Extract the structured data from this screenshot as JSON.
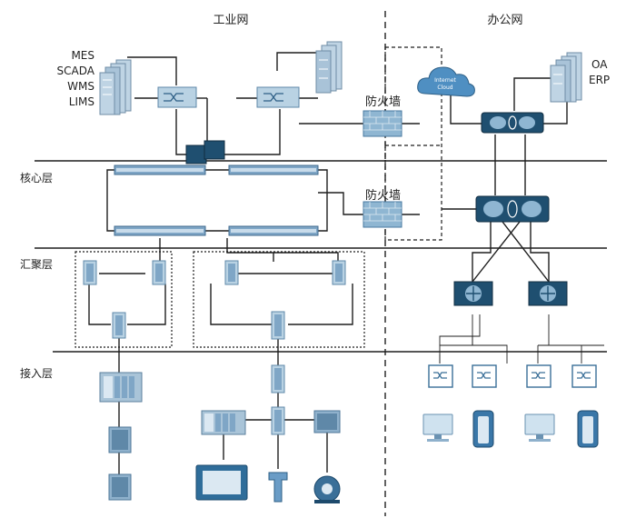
{
  "zones": {
    "industrial": "工业网",
    "office": "办公网"
  },
  "layers": {
    "core": "核心层",
    "aggregation": "汇聚层",
    "access": "接入层"
  },
  "systems": {
    "industrial_apps": [
      "MES",
      "SCADA",
      "WMS",
      "LIMS"
    ],
    "office_apps": [
      "OA",
      "ERP"
    ]
  },
  "firewalls": {
    "upper": "防火墙",
    "lower": "防火墙"
  },
  "cloud": {
    "line1": "Internet",
    "line2": "Cloud"
  },
  "colors": {
    "device_light": "#b9d2e3",
    "device_dark": "#1f4f70",
    "device_blue": "#5a92c0",
    "lines": "#1e1e1e"
  },
  "icons": [
    "server-stack-icon",
    "switch-icon",
    "firewall-icon",
    "cloud-icon",
    "router-icon",
    "pc-icon",
    "ip-phone-icon",
    "plc-icon",
    "hmi-panel-icon",
    "sensor-icon",
    "motor-icon"
  ]
}
